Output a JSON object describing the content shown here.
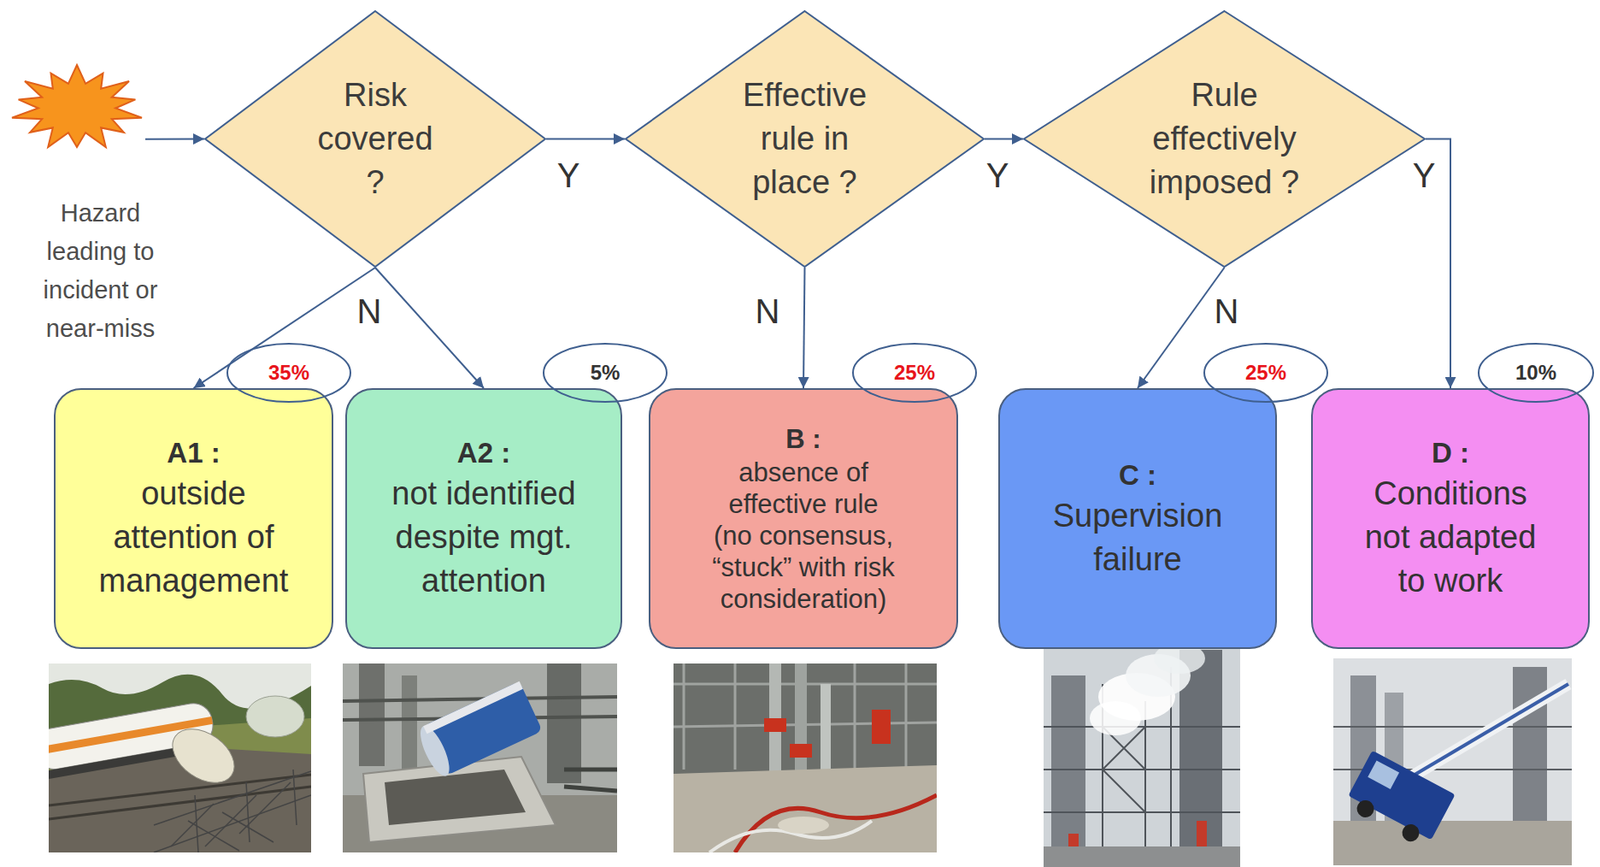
{
  "diagram": {
    "nodes": [
      {
        "text": [
          "Hazard leading to incident or near-miss"
        ]
      },
      {
        "text": [
          "Risk covered ?"
        ]
      },
      {
        "text": [
          "Effective rule in place ?"
        ]
      },
      {
        "text": [
          "Rule effectively imposed ?"
        ]
      },
      {
        "text": [
          "35%"
        ]
      },
      {
        "text": [
          "A1 :",
          "outside attention of management"
        ]
      },
      {
        "text": [
          "5%"
        ]
      },
      {
        "text": [
          "A2 :",
          "not identified despite mgt. attention"
        ]
      },
      {
        "text": [
          "25%"
        ]
      },
      {
        "text": [
          "B :",
          "absence of effective rule (no consensus, “stuck” with risk consideration)"
        ]
      },
      {
        "text": [
          "25%"
        ]
      },
      {
        "text": [
          "C :",
          "Supervision failure"
        ]
      },
      {
        "text": [
          "10%"
        ]
      },
      {
        "text": [
          "D :",
          "Conditions not adapted to work"
        ]
      }
    ],
    "edges": [
      {
        "from": 0,
        "to": 1,
        "arrow": "to"
      },
      {
        "from": 1,
        "to": 2,
        "label": "Y",
        "arrow": "to"
      },
      {
        "from": 2,
        "to": 3,
        "label": "Y",
        "arrow": "to"
      },
      {
        "from": 1,
        "to": 5,
        "label": "N",
        "arrow": "to"
      },
      {
        "from": 1,
        "to": 7,
        "arrow": "to"
      },
      {
        "from": 2,
        "to": 9,
        "label": "N",
        "arrow": "to"
      },
      {
        "from": 3,
        "to": 11,
        "label": "N",
        "arrow": "to"
      },
      {
        "from": 3,
        "to": 13,
        "label": "Y",
        "arrow": "to"
      }
    ]
  }
}
